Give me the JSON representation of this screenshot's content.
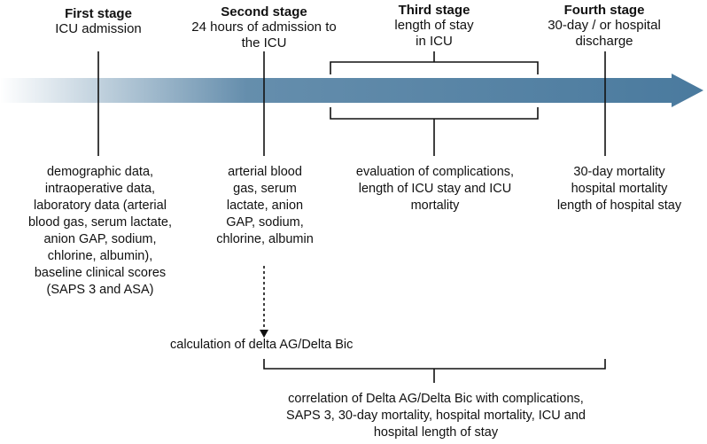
{
  "stages": [
    {
      "title": "First stage",
      "subtitle": "ICU admission"
    },
    {
      "title": "Second stage",
      "subtitle": "24 hours of admission to\nthe ICU"
    },
    {
      "title": "Third stage",
      "subtitle": "length of stay\nin ICU"
    },
    {
      "title": "Fourth stage",
      "subtitle": "30-day / or hospital\ndischarge"
    }
  ],
  "details": {
    "first": "demographic data,\nintraoperative data,\nlaboratory data (arterial\nblood gas, serum lactate,\nanion GAP, sodium,\nchlorine,  albumin),\nbaseline clinical scores\n(SAPS 3 and ASA)",
    "second": "arterial blood\ngas, serum\nlactate, anion\nGAP, sodium,\nchlorine,  albumin",
    "third": "evaluation of complications,\nlength of ICU stay and ICU\nmortality",
    "fourth": "30-day mortality\nhospital mortality\nlength of hospital stay"
  },
  "calculation": "calculation of delta AG/Delta Bic",
  "correlation": "correlation of Delta AG/Delta Bic with complications,\nSAPS 3, 30-day mortality, hospital mortality, ICU and\nhospital length of stay",
  "colors": {
    "arrow": "#4a7a9e",
    "line": "#111111"
  }
}
